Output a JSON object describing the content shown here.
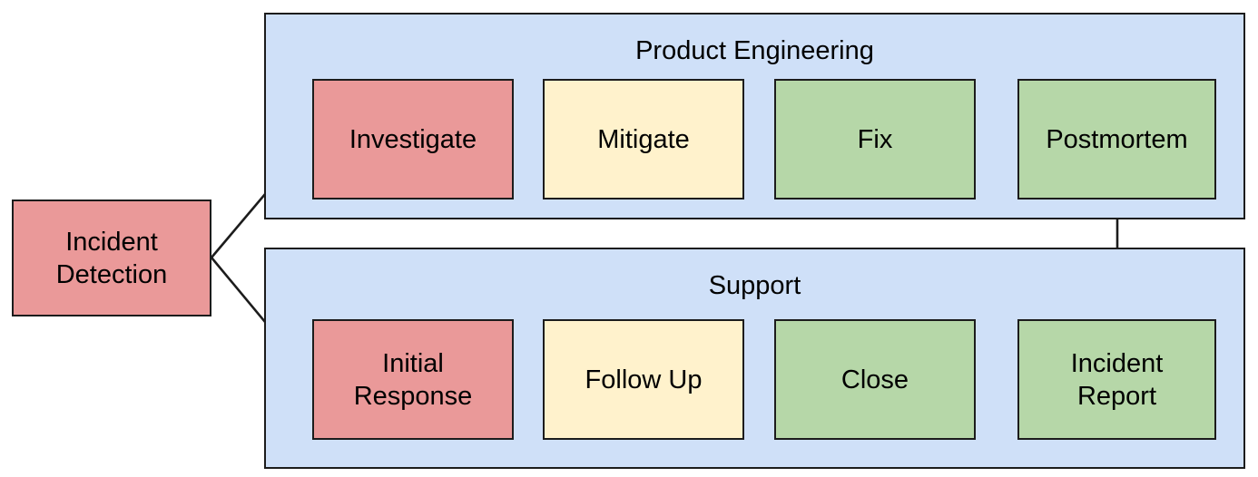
{
  "diagram": {
    "title_visible": false,
    "colors": {
      "lane_fill": "#cfe0f8",
      "stroke": "#1c1c1c",
      "red": "#ea9999",
      "yellow": "#fff2cc",
      "green": "#b6d7a8",
      "text": "#000000"
    }
  },
  "start_node": {
    "label_line1": "Incident",
    "label_line2": "Detection",
    "fill": "#ea9999"
  },
  "lanes": [
    {
      "id": "product-engineering",
      "title": "Product Engineering",
      "nodes": [
        {
          "id": "investigate",
          "label": "Investigate",
          "fill": "#ea9999"
        },
        {
          "id": "mitigate",
          "label": "Mitigate",
          "fill": "#fff2cc"
        },
        {
          "id": "fix",
          "label": "Fix",
          "fill": "#b6d7a8"
        },
        {
          "id": "postmortem",
          "label": "Postmortem",
          "fill": "#b6d7a8"
        }
      ]
    },
    {
      "id": "support",
      "title": "Support",
      "nodes": [
        {
          "id": "initial-response",
          "label_line1": "Initial",
          "label_line2": "Response",
          "fill": "#ea9999"
        },
        {
          "id": "follow-up",
          "label": "Follow Up",
          "fill": "#fff2cc"
        },
        {
          "id": "close",
          "label": "Close",
          "fill": "#b6d7a8"
        },
        {
          "id": "incident-report",
          "label_line1": "Incident",
          "label_line2": "Report",
          "fill": "#b6d7a8"
        }
      ]
    }
  ],
  "edges": [
    {
      "from": "incident-detection",
      "to": "investigate"
    },
    {
      "from": "incident-detection",
      "to": "initial-response"
    },
    {
      "from": "investigate",
      "to": "mitigate"
    },
    {
      "from": "mitigate",
      "to": "fix"
    },
    {
      "from": "fix",
      "to": "postmortem"
    },
    {
      "from": "postmortem",
      "to": "incident-report"
    },
    {
      "from": "initial-response",
      "to": "follow-up"
    },
    {
      "from": "follow-up",
      "to": "close"
    },
    {
      "from": "close",
      "to": "incident-report"
    }
  ]
}
